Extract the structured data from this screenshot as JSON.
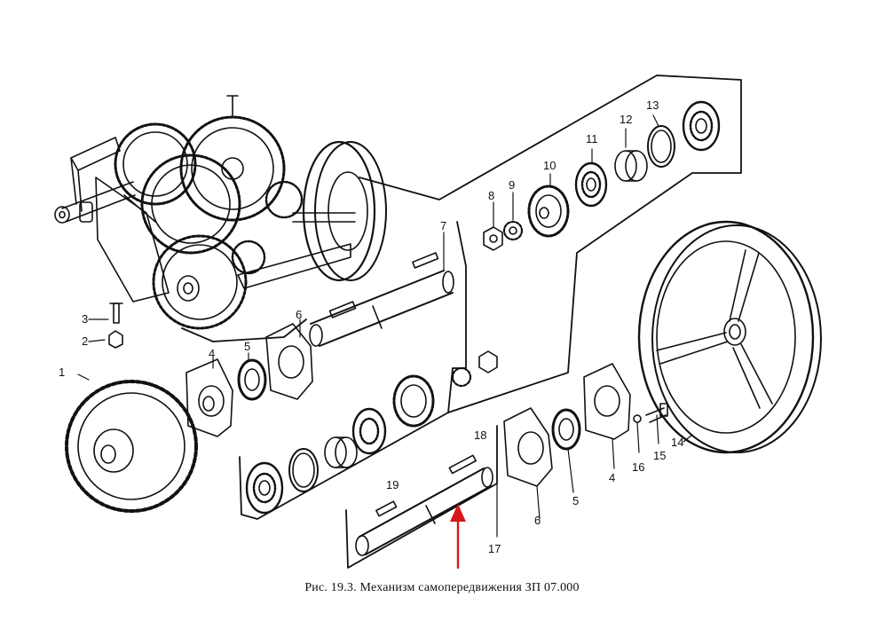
{
  "figure": {
    "caption": "Рис. 19.3. Механизм самопередвижения ЗП 07.000"
  },
  "callouts": {
    "c1": "1",
    "c2": "2",
    "c3": "3",
    "c4a": "4",
    "c4b": "4",
    "c5a": "5",
    "c5b": "5",
    "c6a": "6",
    "c6b": "6",
    "c7": "7",
    "c8": "8",
    "c9": "9",
    "c10": "10",
    "c11": "11",
    "c12": "12",
    "c13": "13",
    "c14": "14",
    "c15": "15",
    "c16": "16",
    "c17": "17",
    "c18": "18",
    "c19": "19"
  },
  "colors": {
    "line": "#111111",
    "arrow": "#d81818"
  }
}
